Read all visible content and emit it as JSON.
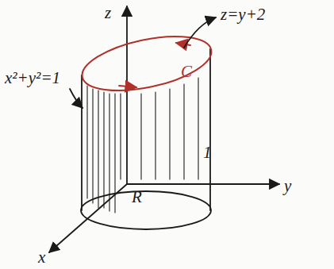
{
  "diagram": {
    "labels": [
      "z",
      "z=y+2",
      "C",
      "x²+y²=1",
      "R",
      "1",
      "y",
      "x"
    ]
  }
}
